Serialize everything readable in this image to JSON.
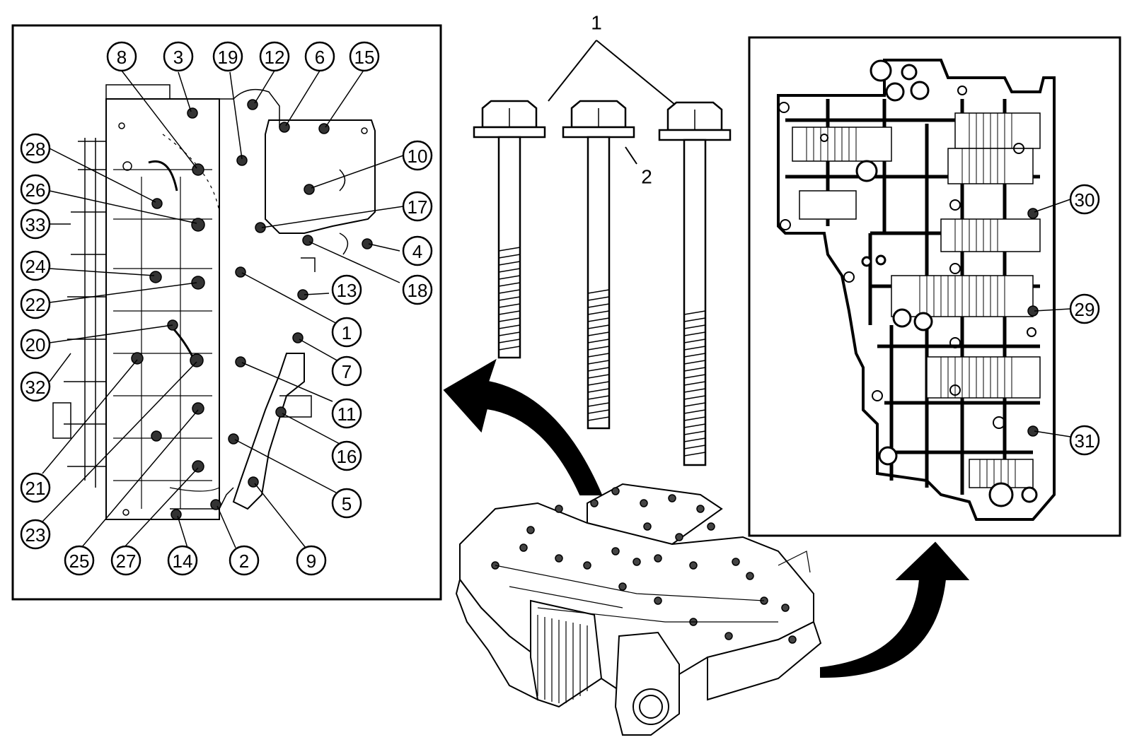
{
  "top_callouts": {
    "bolts_callout": "1",
    "bolt_length_callout": "2"
  },
  "left_panel_callouts": [
    "8",
    "3",
    "19",
    "12",
    "6",
    "15",
    "28",
    "26",
    "33",
    "24",
    "22",
    "20",
    "32",
    "10",
    "17",
    "4",
    "18",
    "13",
    "1",
    "7",
    "11",
    "16",
    "5",
    "9",
    "21",
    "23",
    "25",
    "27",
    "14",
    "2"
  ],
  "right_panel_callouts": [
    "30",
    "29",
    "31"
  ]
}
